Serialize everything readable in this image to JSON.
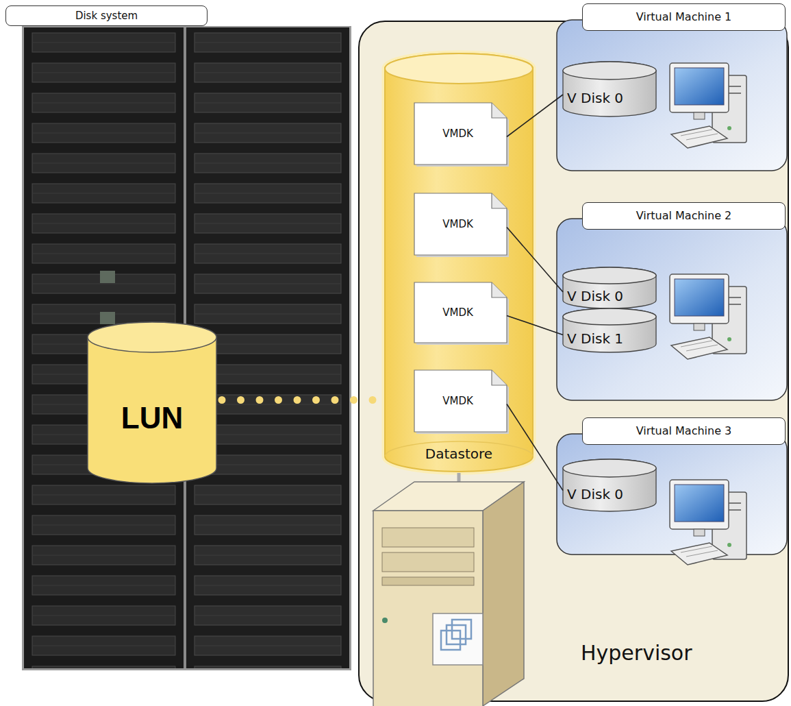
{
  "diagram": {
    "nodes": [
      {
        "text": [
          "Disk system"
        ]
      },
      {
        "text": [
          "LUN"
        ]
      },
      {
        "text": [
          "Hypervisor"
        ]
      },
      {
        "text": [
          "Datastore"
        ],
        "in": 2
      },
      {
        "text": [
          "VMDK"
        ],
        "in": 3
      },
      {
        "text": [
          "VMDK"
        ],
        "in": 3
      },
      {
        "text": [
          "VMDK"
        ],
        "in": 3
      },
      {
        "text": [
          "VMDK"
        ],
        "in": 3
      },
      {
        "text": [
          "Virtual Machine 1"
        ],
        "in": 2
      },
      {
        "text": [
          "V Disk 0"
        ],
        "in": 8
      },
      {
        "text": [
          "Virtual Machine 2"
        ],
        "in": 2
      },
      {
        "text": [
          "V Disk 0"
        ],
        "in": 10
      },
      {
        "text": [
          "V Disk 1"
        ],
        "in": 10
      },
      {
        "text": [
          "Virtual Machine 3"
        ],
        "in": 2
      },
      {
        "text": [
          "V Disk 0"
        ],
        "in": 13
      }
    ],
    "edges": [
      {
        "from": 1,
        "to": 3,
        "arrow": "none"
      },
      {
        "from": 4,
        "to": 9,
        "arrow": "none"
      },
      {
        "from": 5,
        "to": 11,
        "arrow": "none"
      },
      {
        "from": 6,
        "to": 12,
        "arrow": "none"
      },
      {
        "from": 7,
        "to": 14,
        "arrow": "none"
      }
    ]
  }
}
